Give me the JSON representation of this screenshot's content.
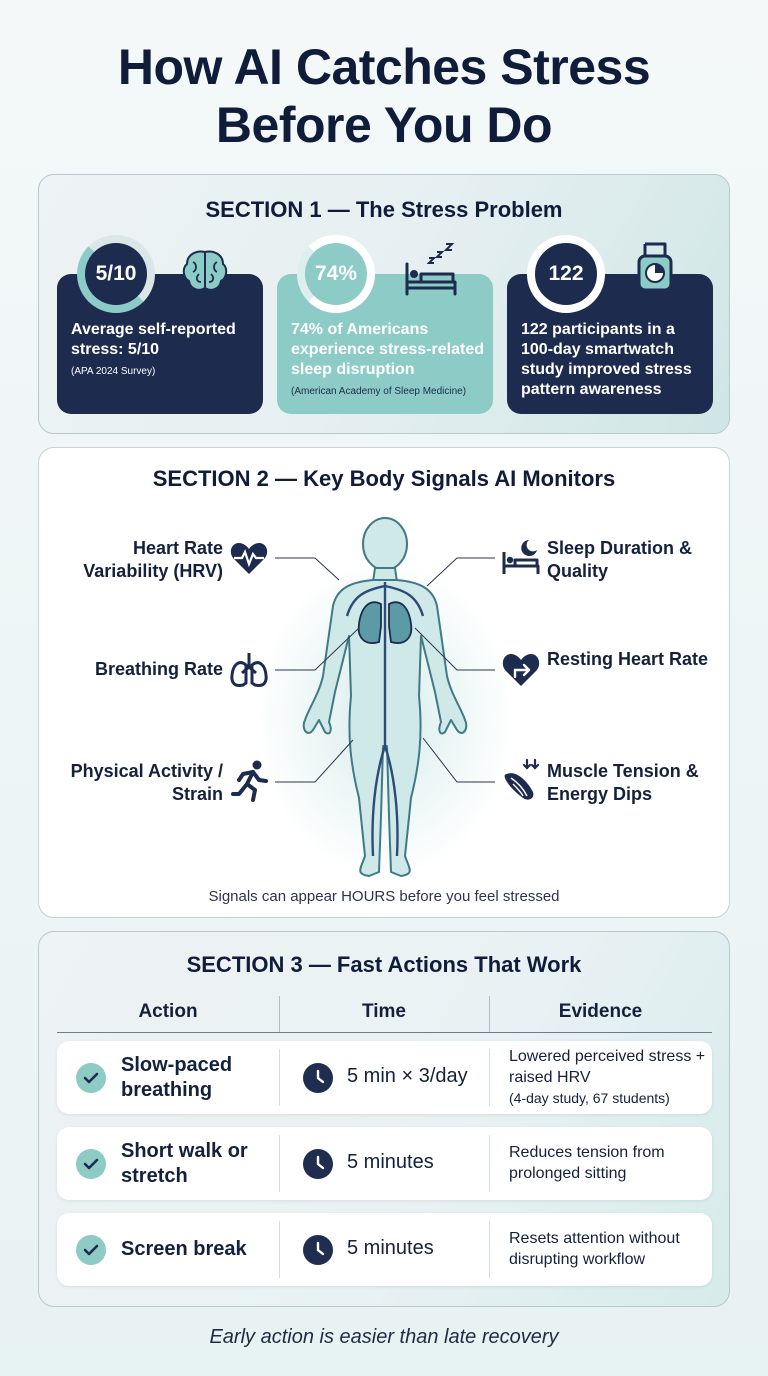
{
  "title": {
    "line1": "How AI Catches Stress",
    "line2": "Before You Do"
  },
  "section1": {
    "title": "SECTION 1 — The Stress Problem",
    "cards": [
      {
        "stat": "5/10",
        "text": "Average self-reported stress: 5/10",
        "source": "(APA 2024 Survey)",
        "icon": "brain-icon",
        "ring_fraction": 0.5
      },
      {
        "stat": "74%",
        "text": "74% of Americans experience stress-related sleep disruption",
        "source": "(American Academy of Sleep Medicine)",
        "icon": "sleeping-bed-icon",
        "ring_fraction": 0.74
      },
      {
        "stat": "122",
        "text": "122 participants in a 100-day smartwatch study improved stress pattern awareness",
        "source": "",
        "icon": "smartwatch-icon",
        "ring_fraction": 1.0
      }
    ]
  },
  "section2": {
    "title": "SECTION 2 — Key Body Signals AI Monitors",
    "signals_left": [
      {
        "label": "Heart Rate Variability (HRV)",
        "icon": "heart-pulse-icon"
      },
      {
        "label": "Breathing Rate",
        "icon": "lungs-icon"
      },
      {
        "label": "Physical Activity / Strain",
        "icon": "running-person-icon"
      }
    ],
    "signals_right": [
      {
        "label": "Sleep Duration & Quality",
        "icon": "bed-moon-icon"
      },
      {
        "label": "Resting Heart Rate",
        "icon": "heart-arrow-icon"
      },
      {
        "label": "Muscle Tension & Energy Dips",
        "icon": "muscle-arrows-icon"
      }
    ],
    "footnote": "Signals can appear HOURS before you feel stressed"
  },
  "section3": {
    "title": "SECTION 3 — Fast Actions That Work",
    "headers": {
      "action": "Action",
      "time": "Time",
      "evidence": "Evidence"
    },
    "rows": [
      {
        "action": "Slow-paced breathing",
        "time": "5 min × 3/day",
        "evidence": "Lowered perceived stress + raised HRV",
        "evidence_note": "(4-day study, 67 students)"
      },
      {
        "action": "Short walk or stretch",
        "time": "5 minutes",
        "evidence": "Reduces tension from prolonged sitting",
        "evidence_note": ""
      },
      {
        "action": "Screen break",
        "time": "5 minutes",
        "evidence": "Resets attention without disrupting workflow",
        "evidence_note": ""
      }
    ]
  },
  "footer": "Early action is easier than late recovery",
  "colors": {
    "navy": "#1c2b4e",
    "teal": "#8ccbc6",
    "check_teal": "#8ecbc4",
    "body_fill": "#cfe9e8"
  }
}
